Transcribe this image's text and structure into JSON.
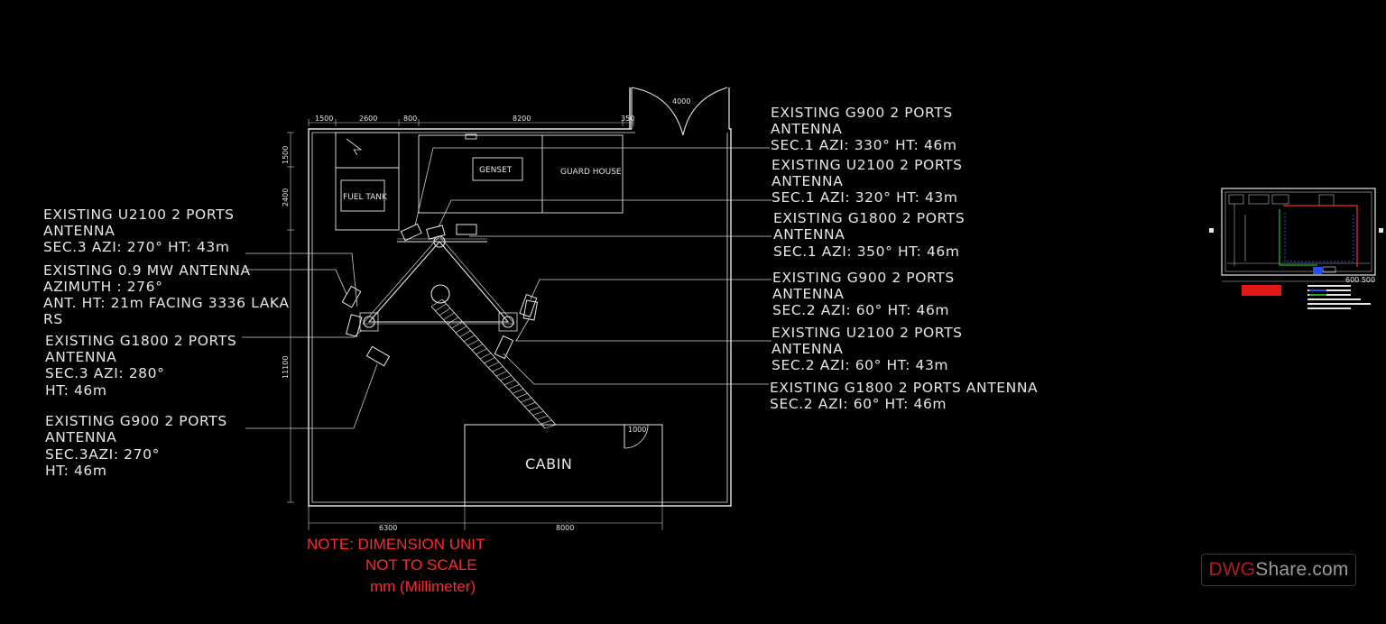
{
  "room_labels": {
    "fuel_tank": "FUEL TANK",
    "genset": "GENSET",
    "guard_house": "GUARD HOUSE",
    "cabin": "CABIN"
  },
  "dimensions": {
    "top": [
      "1500",
      "2600",
      "800",
      "8200",
      "350"
    ],
    "gate": "4000",
    "left_side": [
      "1500",
      "2400",
      "11100"
    ],
    "bottom": [
      "6300",
      "8000"
    ],
    "cabin_door": "1000"
  },
  "annotations_left": [
    [
      "EXISTING U2100 2 PORTS",
      "ANTENNA",
      "SEC.3 AZI: 270° HT: 43m"
    ],
    [
      "EXISTING 0.9 MW ANTENNA",
      "AZIMUTH  : 276°",
      "ANT. HT: 21m FACING 3336 LAKA",
      "RS"
    ],
    [
      "EXISTING G1800 2 PORTS",
      "ANTENNA",
      "SEC.3  AZI: 280°",
      "HT: 46m"
    ],
    [
      "EXISTING G900 2 PORTS",
      "ANTENNA",
      "SEC.3AZI: 270°",
      "HT: 46m"
    ]
  ],
  "annotations_right": [
    [
      "EXISTING G900 2 PORTS",
      "ANTENNA",
      "SEC.1  AZI: 330° HT: 46m"
    ],
    [
      "EXISTING U2100 2 PORTS",
      "ANTENNA",
      "SEC.1  AZI: 320° HT: 43m"
    ],
    [
      "EXISTING G1800 2 PORTS",
      "ANTENNA",
      "SEC.1  AZI: 350° HT: 46m"
    ],
    [
      "EXISTING G900 2 PORTS",
      "ANTENNA",
      "SEC.2  AZI: 60° HT: 46m"
    ],
    [
      "EXISTING U2100 2 PORTS",
      "ANTENNA",
      "SEC.2  AZI: 60° HT: 43m"
    ],
    [
      "EXISTING G1800 2 PORTS ANTENNA",
      "SEC.2  AZI: 60° HT: 46m"
    ]
  ],
  "note": [
    "NOTE: DIMENSION UNIT",
    "NOT TO SCALE",
    "mm (Millimeter)"
  ],
  "thumbnail_dims": "600 500",
  "logo": {
    "brand": "DWG",
    "rest": "Share.com"
  },
  "colors": {
    "background": "#000000",
    "linework": "#e6e6e6",
    "note": "#ff2a2a",
    "logo_brand": "#b01c1c"
  }
}
